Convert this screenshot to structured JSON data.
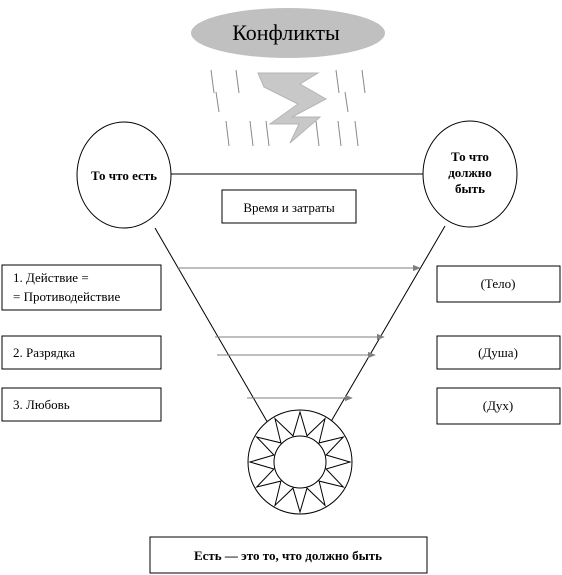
{
  "cloud": {
    "title": "Конфликты",
    "fill": "#c0c0c0"
  },
  "nodes": {
    "current": "То что есть",
    "target": [
      "То что",
      "должно",
      "быть"
    ],
    "middle": "Время и затраты"
  },
  "steps": [
    {
      "line1": "1. Действие =",
      "line2": "= Противодействие"
    },
    {
      "line1": "2. Разрядка"
    },
    {
      "line1": "3. Любовь"
    }
  ],
  "levels": [
    "(Тело)",
    "(Душа)",
    "(Дух)"
  ],
  "conclusion": "Есть — это то, что должно быть",
  "colors": {
    "arrow": "#7f7f7f",
    "rain": "#8a8a8a",
    "lightning": "#c8c8c8"
  }
}
